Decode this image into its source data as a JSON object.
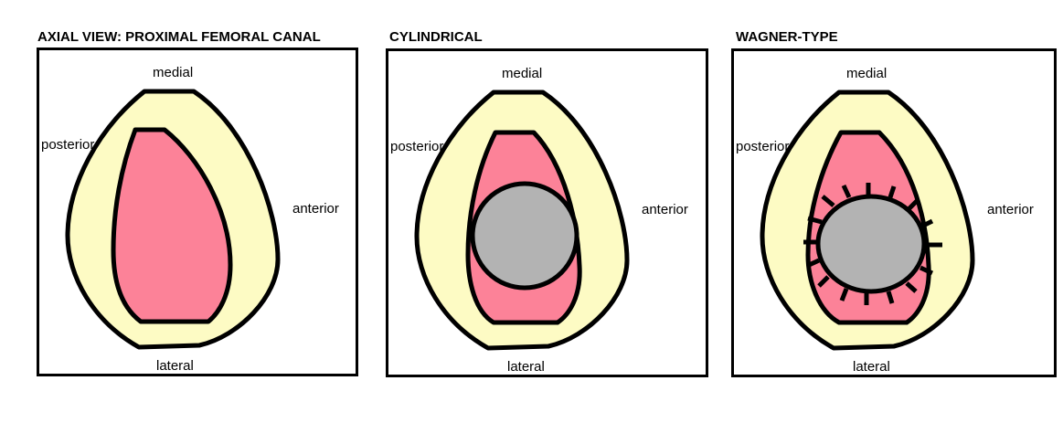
{
  "colors": {
    "bone": "#fdfbc4",
    "canal": "#fc8298",
    "stem": "#b3b3b3",
    "outline": "#000000",
    "background": "#ffffff"
  },
  "panels": [
    {
      "title": "AXIAL VIEW: PROXIMAL FEMORAL CANAL",
      "labels": {
        "top": "medial",
        "left": "posterior",
        "right": "anterior",
        "bottom": "lateral"
      },
      "implant": "none"
    },
    {
      "title": "CYLINDRICAL",
      "labels": {
        "top": "medial",
        "left": "posterior",
        "right": "anterior",
        "bottom": "lateral"
      },
      "implant": "cylindrical-stem"
    },
    {
      "title": "WAGNER-TYPE",
      "labels": {
        "top": "medial",
        "left": "posterior",
        "right": "anterior",
        "bottom": "lateral"
      },
      "implant": "fluted-stem"
    }
  ]
}
